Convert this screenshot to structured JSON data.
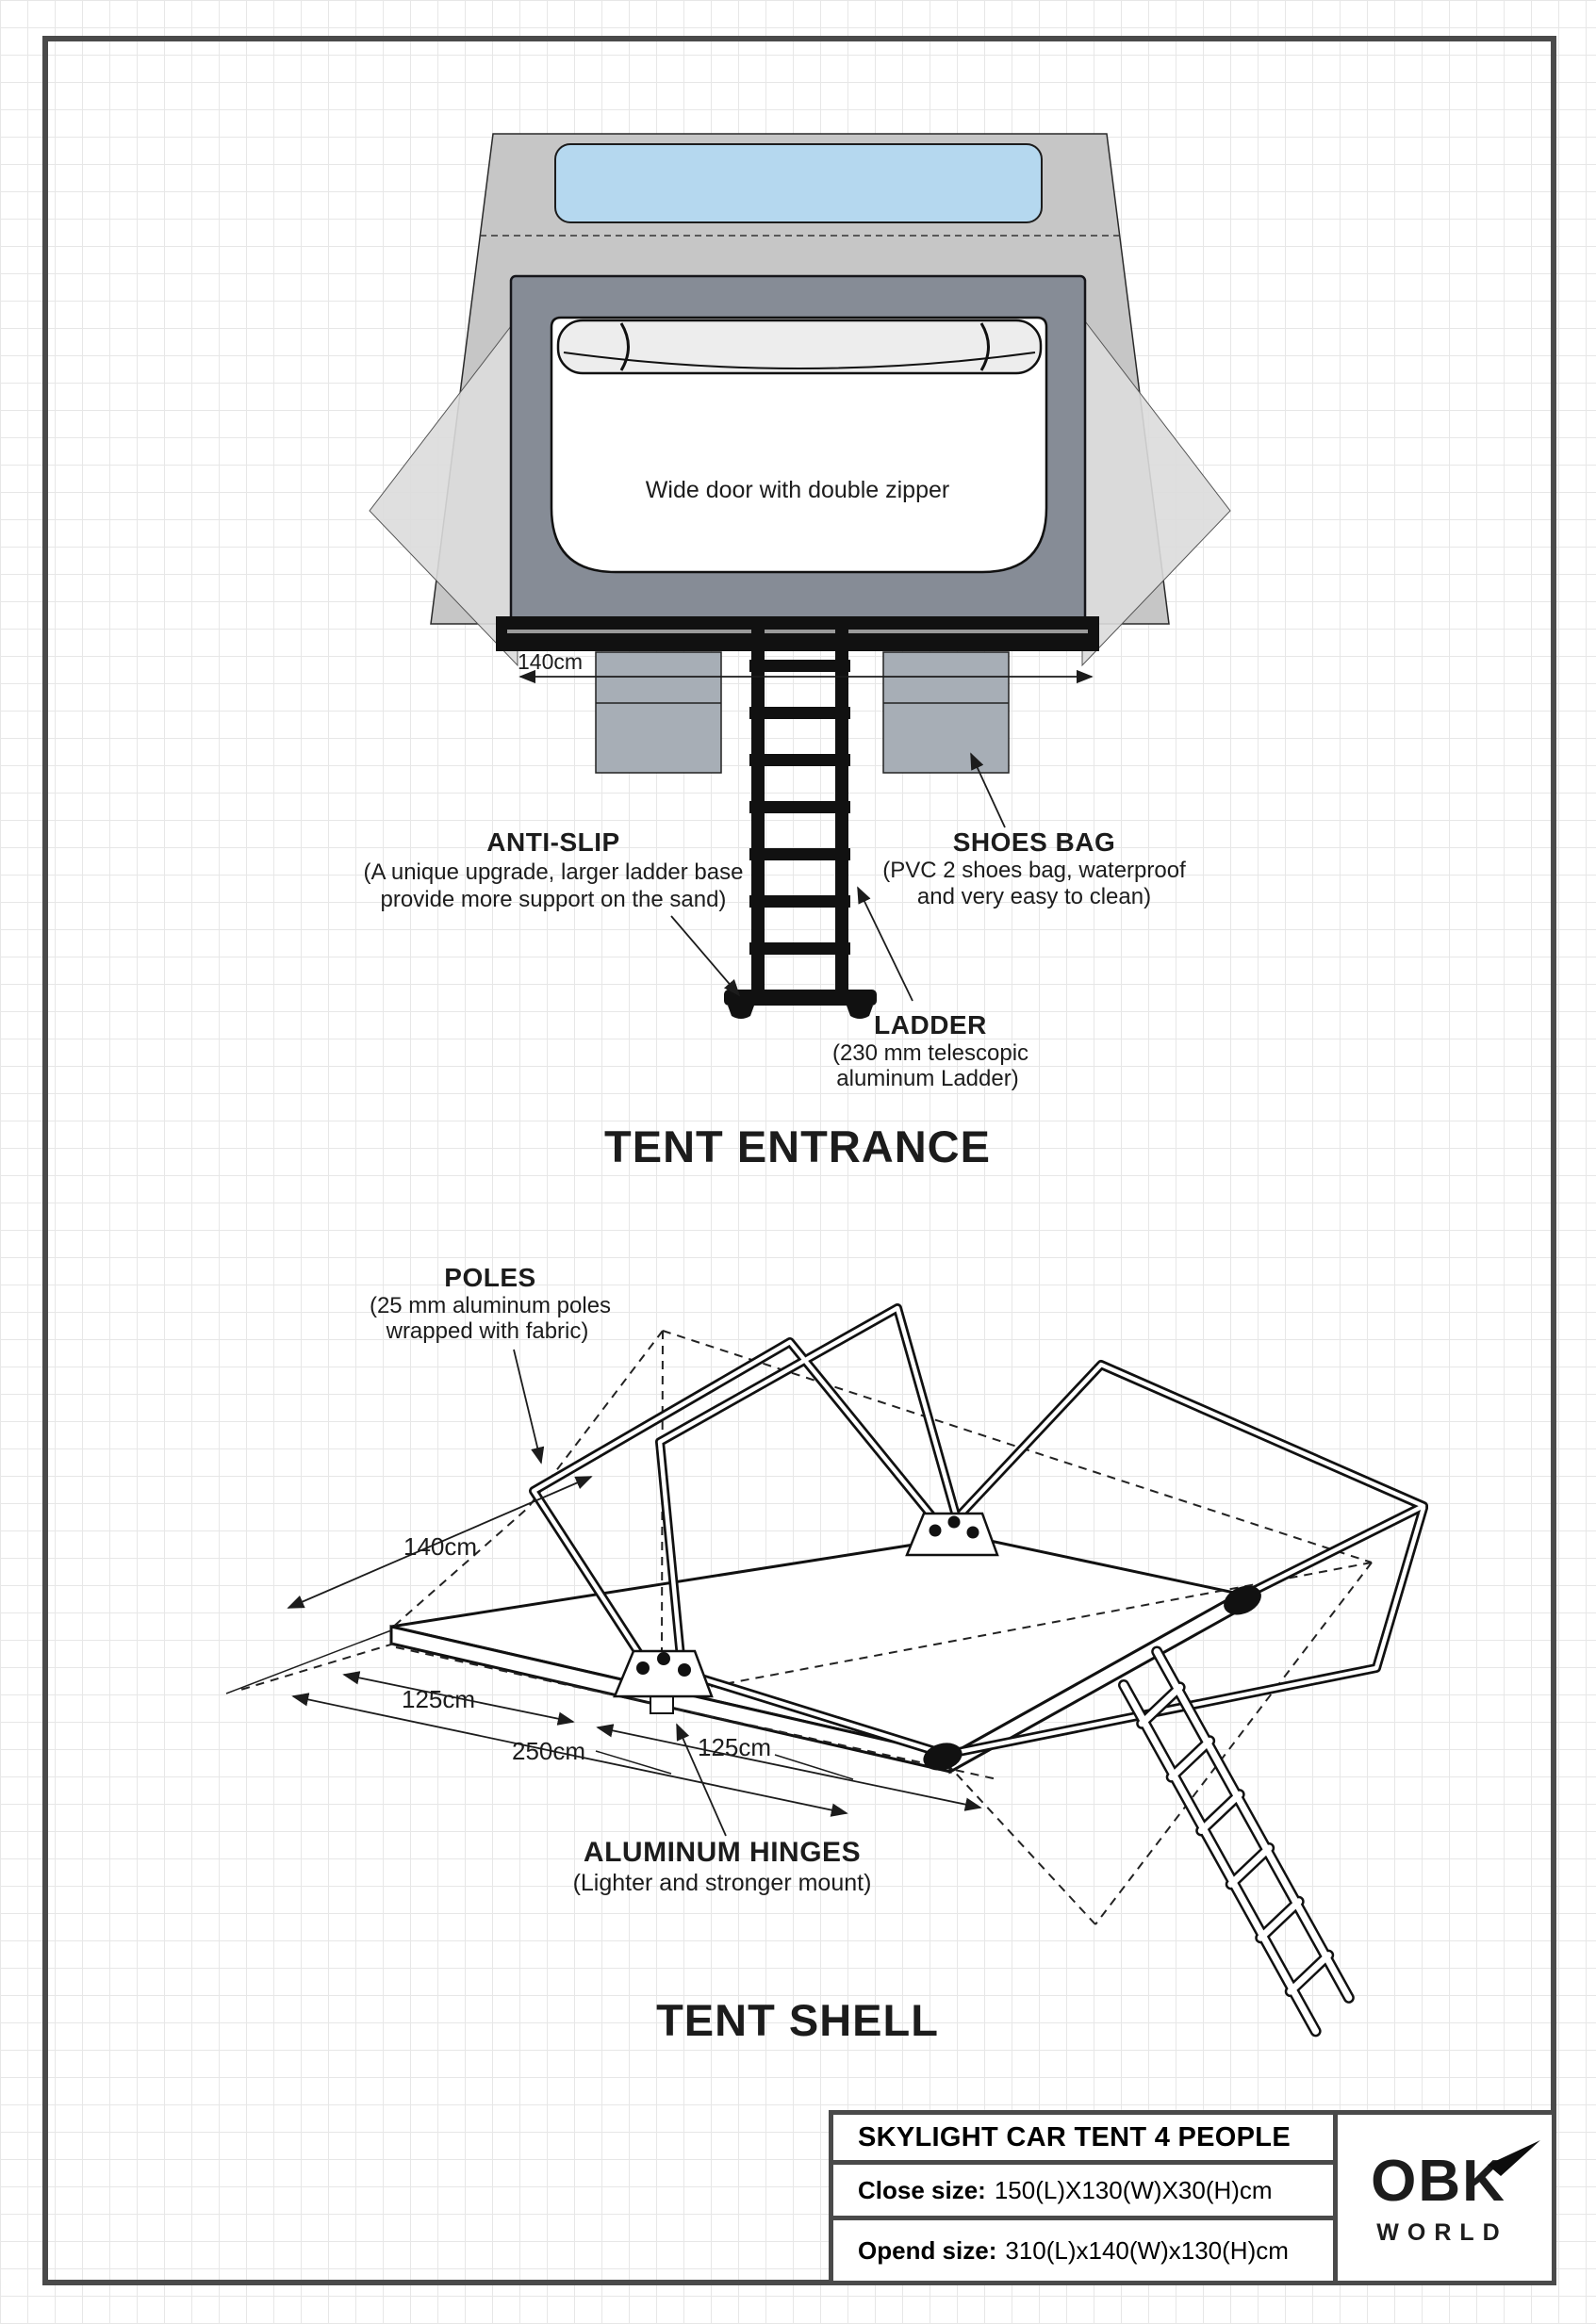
{
  "entrance": {
    "title": "TENT ENTRANCE",
    "door_label": "Wide door with double zipper",
    "dim_width": "140cm",
    "annotations": {
      "anti_slip": {
        "title": "ANTI-SLIP",
        "line1": "(A unique upgrade, larger ladder base",
        "line2": "provide more support on the sand)"
      },
      "shoes_bag": {
        "title": "SHOES BAG",
        "line1": "(PVC 2 shoes bag, waterproof",
        "line2": "and very easy to clean)"
      },
      "ladder": {
        "title": "LADDER",
        "line1": "(230 mm telescopic",
        "line2": "aluminum Ladder)"
      }
    },
    "colors": {
      "skylight": "#b5d8ef",
      "body": "#c6c6c6",
      "flap": "#dcdcdc",
      "frame": "#868c96",
      "bag": "#a7aeb6",
      "roll": "#ededed",
      "base": "#111111"
    }
  },
  "shell": {
    "title": "TENT SHELL",
    "annotations": {
      "poles": {
        "title": "POLES",
        "line1": "(25 mm aluminum poles",
        "line2": "wrapped with fabric)"
      },
      "hinges": {
        "title": "ALUMINUM HINGES",
        "line1": "(Lighter and stronger mount)"
      }
    },
    "dims": {
      "width": "140cm",
      "half_left": "125cm",
      "length": "250cm",
      "half_right": "125cm"
    }
  },
  "title_block": {
    "product": "SKYLIGHT CAR TENT 4 PEOPLE",
    "close_label": "Close size:",
    "close_value": "150(L)X130(W)X30(H)cm",
    "open_label": "Opend size:",
    "open_value": "310(L)x140(W)x130(H)cm",
    "brand": {
      "name": "OBK",
      "sub": "WORLD"
    }
  }
}
